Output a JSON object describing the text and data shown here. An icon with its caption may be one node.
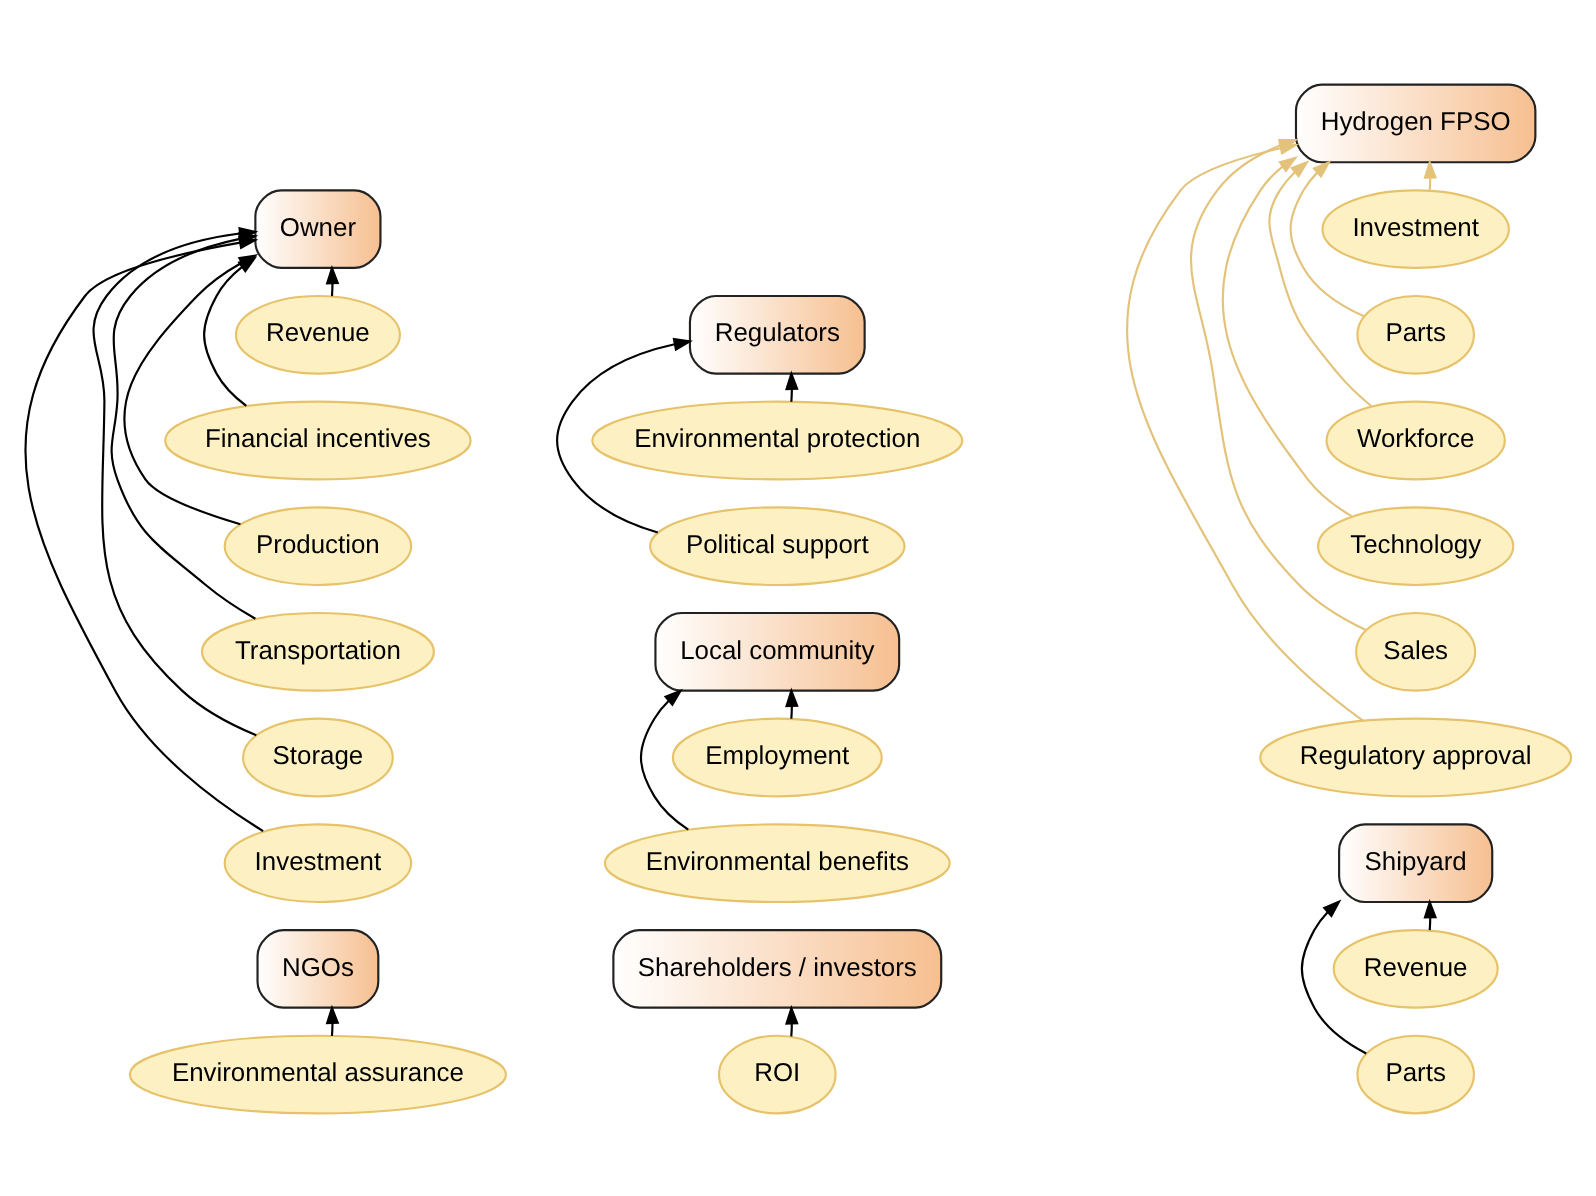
{
  "diagram": {
    "nodes": [
      {
        "text": [
          "Owner"
        ]
      },
      {
        "text": [
          "Revenue"
        ]
      },
      {
        "text": [
          "Financial incentives"
        ]
      },
      {
        "text": [
          "Production"
        ]
      },
      {
        "text": [
          "Transportation"
        ]
      },
      {
        "text": [
          "Storage"
        ]
      },
      {
        "text": [
          "Investment"
        ]
      },
      {
        "text": [
          "Regulators"
        ]
      },
      {
        "text": [
          "Environmental protection"
        ]
      },
      {
        "text": [
          "Political support"
        ]
      },
      {
        "text": [
          "Hydrogen FPSO"
        ]
      },
      {
        "text": [
          "Investment"
        ]
      },
      {
        "text": [
          "Parts"
        ]
      },
      {
        "text": [
          "Workforce"
        ]
      },
      {
        "text": [
          "Technology"
        ]
      },
      {
        "text": [
          "Sales"
        ]
      },
      {
        "text": [
          "Regulatory approval"
        ]
      },
      {
        "text": [
          "Local community"
        ]
      },
      {
        "text": [
          "Employment"
        ]
      },
      {
        "text": [
          "Environmental benefits"
        ]
      },
      {
        "text": [
          "NGOs"
        ]
      },
      {
        "text": [
          "Environmental assurance"
        ]
      },
      {
        "text": [
          "Shareholders / investors"
        ]
      },
      {
        "text": [
          "ROI"
        ]
      },
      {
        "text": [
          "Shipyard"
        ]
      },
      {
        "text": [
          "Revenue"
        ]
      },
      {
        "text": [
          "Parts"
        ]
      }
    ],
    "edges": [
      {
        "from": 1,
        "to": 0,
        "arrow": "to"
      },
      {
        "from": 2,
        "to": 0,
        "arrow": "to"
      },
      {
        "from": 3,
        "to": 0,
        "arrow": "to"
      },
      {
        "from": 4,
        "to": 0,
        "arrow": "to"
      },
      {
        "from": 5,
        "to": 0,
        "arrow": "to"
      },
      {
        "from": 6,
        "to": 0,
        "arrow": "to"
      },
      {
        "from": 8,
        "to": 7,
        "arrow": "to"
      },
      {
        "from": 9,
        "to": 7,
        "arrow": "to"
      },
      {
        "from": 11,
        "to": 10,
        "arrow": "to",
        "color": "#e3c27a"
      },
      {
        "from": 12,
        "to": 10,
        "arrow": "to",
        "color": "#e3c27a"
      },
      {
        "from": 13,
        "to": 10,
        "arrow": "to",
        "color": "#e3c27a"
      },
      {
        "from": 14,
        "to": 10,
        "arrow": "to",
        "color": "#e3c27a"
      },
      {
        "from": 15,
        "to": 10,
        "arrow": "to",
        "color": "#e3c27a"
      },
      {
        "from": 16,
        "to": 10,
        "arrow": "to",
        "color": "#e3c27a"
      },
      {
        "from": 18,
        "to": 17,
        "arrow": "to"
      },
      {
        "from": 19,
        "to": 17,
        "arrow": "to"
      },
      {
        "from": 21,
        "to": 20,
        "arrow": "to"
      },
      {
        "from": 23,
        "to": 22,
        "arrow": "to"
      },
      {
        "from": 25,
        "to": 24,
        "arrow": "to"
      },
      {
        "from": 26,
        "to": 24,
        "arrow": "to"
      }
    ]
  }
}
